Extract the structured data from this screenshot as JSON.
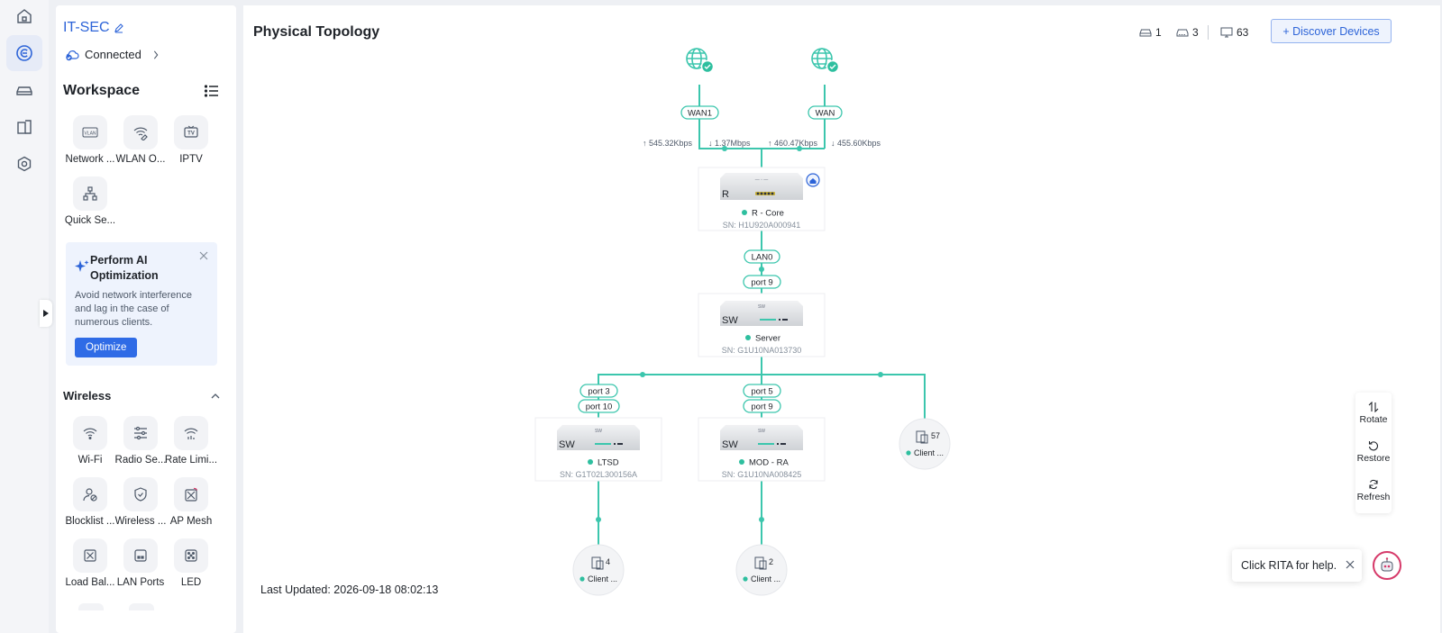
{
  "rail": {
    "items": [
      {
        "icon": "home-icon"
      },
      {
        "icon": "controller-icon",
        "active": true
      },
      {
        "icon": "device-icon"
      },
      {
        "icon": "building-icon"
      },
      {
        "icon": "settings-hex-icon"
      }
    ]
  },
  "sidebar": {
    "site_name": "IT-SEC",
    "connection_status": "Connected",
    "workspace_title": "Workspace",
    "workspace_tiles": [
      {
        "label": "Network ...",
        "icon": "vlan-icon",
        "icon_text": "VLAN"
      },
      {
        "label": "WLAN O...",
        "icon": "wlan-icon"
      },
      {
        "label": "IPTV",
        "icon": "iptv-icon",
        "icon_text": "TV"
      },
      {
        "label": "Quick Se...",
        "icon": "quick-setup-icon"
      }
    ],
    "ai_card": {
      "title": "Perform AI Optimization",
      "description": "Avoid network interference and lag in the case of numerous clients.",
      "button": "Optimize"
    },
    "wireless_title": "Wireless",
    "wireless_tiles": [
      {
        "label": "Wi-Fi",
        "icon": "wifi-icon"
      },
      {
        "label": "Radio Se...",
        "icon": "radio-settings-icon"
      },
      {
        "label": "Rate Limi...",
        "icon": "rate-limit-icon"
      },
      {
        "label": "Blocklist ...",
        "icon": "blocklist-icon"
      },
      {
        "label": "Wireless ...",
        "icon": "wireless-security-icon"
      },
      {
        "label": "AP Mesh",
        "icon": "ap-mesh-icon"
      },
      {
        "label": "Load Bal...",
        "icon": "load-balance-icon"
      },
      {
        "label": "LAN Ports",
        "icon": "lan-ports-icon"
      },
      {
        "label": "LED",
        "icon": "led-icon"
      }
    ]
  },
  "main": {
    "title": "Physical Topology",
    "stats": {
      "gateways": "1",
      "switches": "3",
      "clients": "63"
    },
    "discover_button": "+ Discover Devices",
    "last_updated": "Last Updated: 2026-09-18 08:02:13"
  },
  "topology": {
    "wan": [
      {
        "label": "WAN1",
        "up": "↑ 545.32Kbps",
        "down": "↓ 1.37Mbps"
      },
      {
        "label": "WAN",
        "up": "↑ 460.47Kbps",
        "down": "↓ 455.60Kbps"
      }
    ],
    "links": {
      "core_lan": "LAN0",
      "server_port": "port 9"
    },
    "devices": {
      "core": {
        "type": "R",
        "name": "R - Core",
        "sn": "SN: H1U920A000941"
      },
      "server": {
        "type": "SW",
        "name": "Server",
        "sn": "SN: G1U10NA013730"
      },
      "ltsd": {
        "type": "SW",
        "name": "LTSD",
        "sn": "SN: G1T02L300156A",
        "up_port": "port 3",
        "down_port": "port 10"
      },
      "modra": {
        "type": "SW",
        "name": "MOD - RA",
        "sn": "SN: G1U10NA008425",
        "up_port": "port 5",
        "down_port": "port 9"
      }
    },
    "clients": [
      {
        "count": "57",
        "label": "Client ..."
      },
      {
        "count": "4",
        "label": "Client ..."
      },
      {
        "count": "2",
        "label": "Client ..."
      }
    ],
    "colors": {
      "link": "#3cc6ad",
      "status_online": "#2ebf9f"
    }
  },
  "controls": {
    "rotate": "Rotate",
    "restore": "Restore",
    "refresh": "Refresh"
  },
  "rita": {
    "tip": "Click RITA for help."
  }
}
